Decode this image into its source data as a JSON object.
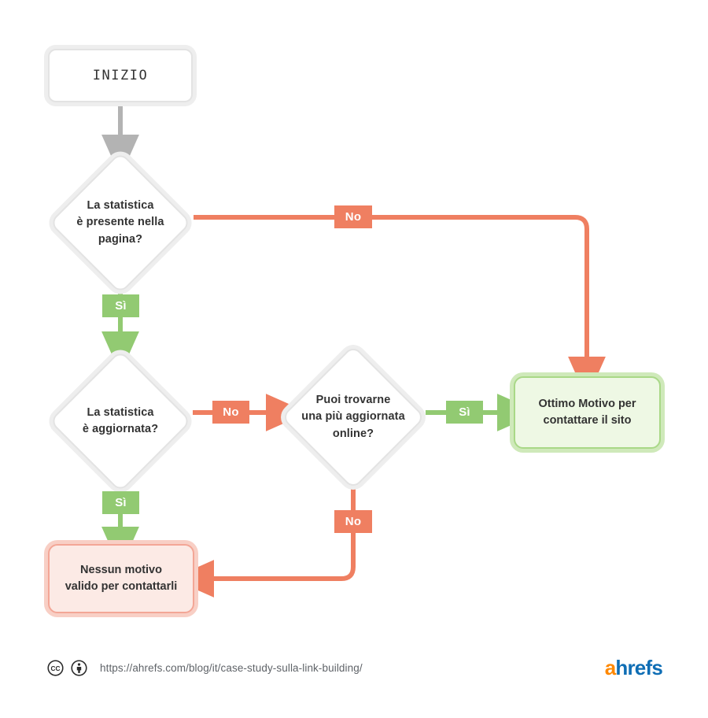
{
  "diagram": {
    "type": "flowchart",
    "language": "it",
    "title": "Statistic link-building decision flowchart",
    "nodes": [
      {
        "id": "start",
        "kind": "terminal",
        "label": "INIZIO"
      },
      {
        "id": "decision-1",
        "kind": "decision",
        "lines": [
          "La statistica",
          "è presente nella",
          "pagina?"
        ]
      },
      {
        "id": "decision-2",
        "kind": "decision",
        "lines": [
          "La statistica",
          "è aggiornata?"
        ]
      },
      {
        "id": "decision-3",
        "kind": "decision",
        "lines": [
          "Puoi trovarne",
          "una più aggiornata",
          "online?"
        ]
      },
      {
        "id": "result-positive",
        "kind": "result",
        "lines": [
          "Ottimo Motivo per",
          "contattare il sito"
        ]
      },
      {
        "id": "result-negative",
        "kind": "result",
        "lines": [
          "Nessun motivo",
          "valido per contattarli"
        ]
      }
    ],
    "edges": [
      {
        "id": "e-start-d1",
        "from": "start",
        "to": "decision-1",
        "label": "",
        "color": "#b3b3b3"
      },
      {
        "id": "e-d1-no",
        "from": "decision-1",
        "to": "result-positive",
        "label": "No",
        "color": "#ef7f61"
      },
      {
        "id": "e-d1-si",
        "from": "decision-1",
        "to": "decision-2",
        "label": "Sì",
        "color": "#92ca72"
      },
      {
        "id": "e-d2-no",
        "from": "decision-2",
        "to": "decision-3",
        "label": "No",
        "color": "#ef7f61"
      },
      {
        "id": "e-d2-si",
        "from": "decision-2",
        "to": "result-negative",
        "label": "Sì",
        "color": "#92ca72"
      },
      {
        "id": "e-d3-si",
        "from": "decision-3",
        "to": "result-positive",
        "label": "Sì",
        "color": "#92ca72"
      },
      {
        "id": "e-d3-no",
        "from": "decision-3",
        "to": "result-negative",
        "label": "No",
        "color": "#ef7f61"
      }
    ],
    "colors": {
      "yes": "#92ca72",
      "no": "#ef7f61",
      "neutral": "#b3b3b3",
      "green_fill": "#eef8e4",
      "green_border": "#a9d887",
      "pink_fill": "#fceae5",
      "pink_border": "#f3a696",
      "node_border": "#e3e3e3",
      "text": "#333333"
    }
  },
  "footer": {
    "license_icons": [
      "cc-icon",
      "cc-by-icon"
    ],
    "url": "https://ahrefs.com/blog/it/case-study-sulla-link-building/",
    "brand": {
      "accent_letter": "a",
      "rest": "hrefs",
      "accent_color": "#ff8800",
      "text_color": "#0f6eb5"
    }
  }
}
